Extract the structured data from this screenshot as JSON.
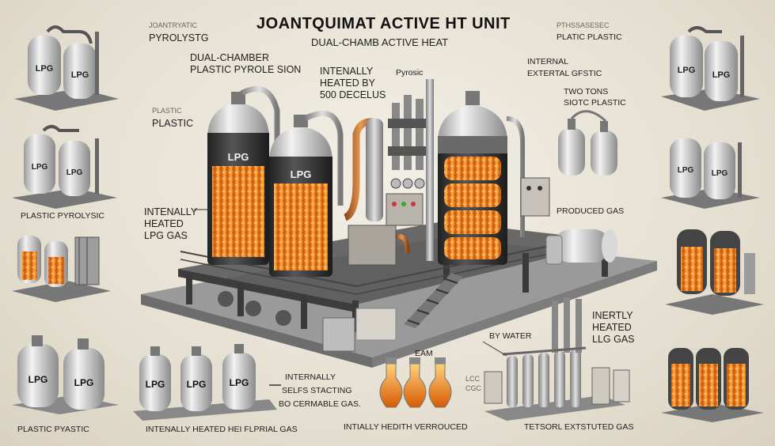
{
  "header": {
    "title": "JOANTQUIMAT ACTIVE HT UNIT",
    "subtitle": "DUAL-CHAMB ACTIVE HEAT"
  },
  "tank_label": "LPG",
  "labels": {
    "top_left_1": "JOANTRYATIC",
    "top_left_2": "PYROLYSTG",
    "dual_chamber_1": "DUAL-CHAMBER",
    "dual_chamber_2": "PLASTIC PYROLE SION",
    "heated_1": "INTENALLY",
    "heated_2": "HEATED BY",
    "heated_3": "500 DECELUS",
    "pyrosic": "Pyrosic",
    "plastic_faint": "PLASTIC",
    "plastic": "PLASTIC",
    "internal_1": "INTERNAL",
    "internal_2": "EXTERTAL GFSTIC",
    "two_tons_1": "TWO TONS",
    "two_tons_2": "SIOTC PLASTIC",
    "top_right_1": "PTHSSASESEC",
    "top_right_2": "PLATIC PLASTIC",
    "plastic_pyrolysic": "PLASTIC PYROLYSIC",
    "intenally_1": "INTENALLY",
    "intenally_2": "HEATED",
    "intenally_3": "LPG GAS",
    "produced_gas": "PRODUCED GAS",
    "inertly_1": "INERTLY",
    "inertly_2": "HEATED",
    "inertly_3": "LLG GAS",
    "by_water": "BY WATER",
    "steam": "EAM",
    "lcc_1": "LCC",
    "lcc_2": "CGC",
    "self_1": "INTERNALLY",
    "self_2": "SELFS STACTING",
    "self_3": "BO CERMABLE GAS.",
    "bottom_1": "PLASTIC PYASTIC",
    "bottom_2": "INTENALLY HEATED HEI FLPRIAL GAS",
    "bottom_3": "INTIALLY HEDITH VERROUCED",
    "bottom_4": "TETSORL EXTSTUTED GAS"
  },
  "colors": {
    "tank_shell": "#cfcfcf",
    "tank_dark": "#3a3a3a",
    "pellets": "#f08a1c",
    "pellets_light": "#ffb347",
    "platform": "#8e8e8e",
    "pipe": "#a9a9a9",
    "copper": "#c8702a"
  }
}
